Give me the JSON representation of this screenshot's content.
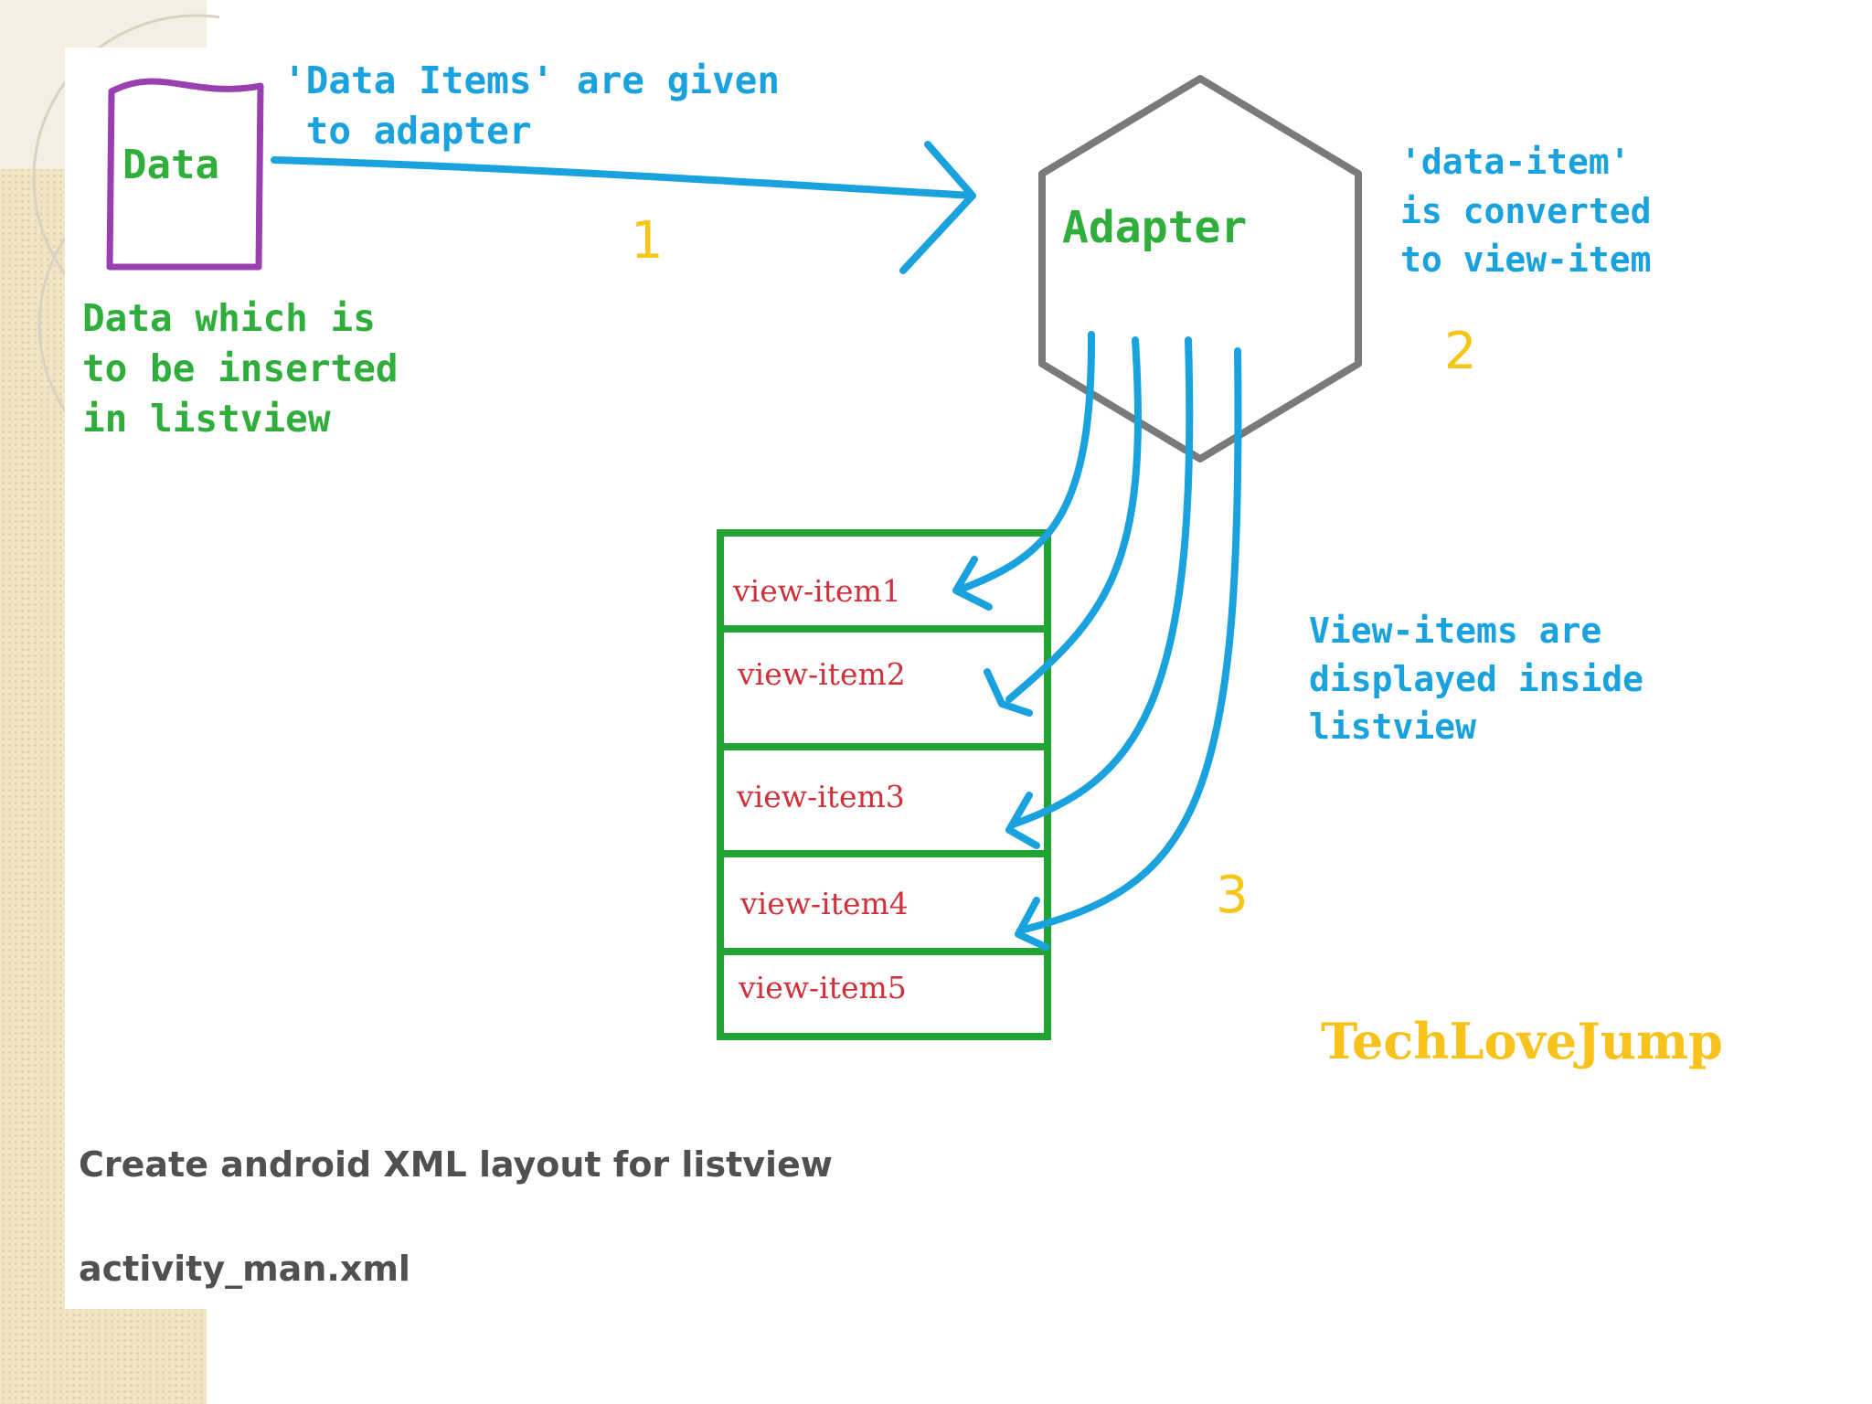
{
  "diagram": {
    "data_box_label": "Data",
    "data_description_lines": [
      "Data which is",
      "to be inserted",
      "in listview"
    ],
    "arrow1_label_lines": [
      "'Data Items' are given",
      " to adapter"
    ],
    "step1": "1",
    "adapter_label": "Adapter",
    "adapter_note_lines": [
      "'data-item'",
      "is converted",
      "to view-item"
    ],
    "step2": "2",
    "view_items": [
      "view-item1",
      "view-item2",
      "view-item3",
      "view-item4",
      "view-item5"
    ],
    "listview_note_lines": [
      "View-items are",
      "displayed inside",
      "listview"
    ],
    "step3": "3",
    "brand": "TechLoveJump"
  },
  "captions": {
    "heading": "Create android XML layout for listview",
    "filename": "activity_man.xml"
  },
  "colors": {
    "blue": "#1aa2de",
    "green": "#2fae3c",
    "purple": "#9a3fb0",
    "gray": "#7a7a7a",
    "red": "#d0303a",
    "yellow": "#f5c518",
    "list_green": "#22a336",
    "brand": "#f7c21c"
  }
}
